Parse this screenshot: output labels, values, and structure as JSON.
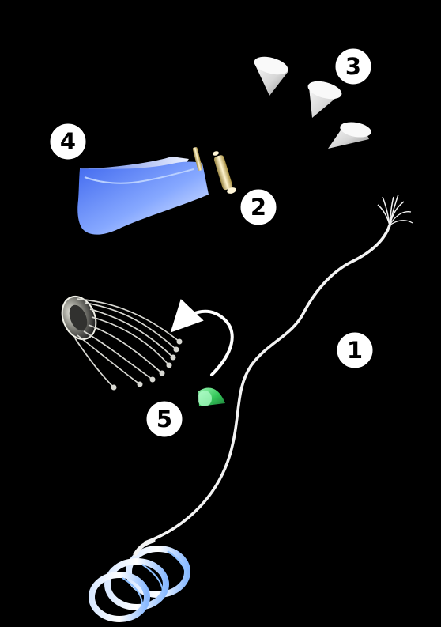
{
  "labels": {
    "item_1": "1",
    "item_2": "2",
    "item_3": "3",
    "item_4": "4",
    "item_5": "5"
  },
  "colors": {
    "background": "#000000",
    "label_fill": "#ffffff",
    "label_text": "#000000",
    "tail": "#f2f2f2",
    "cones": "#d9d9d9",
    "band_light": "#dfe9ff",
    "band_dark": "#3f67ee",
    "rods": "#e8d9a5",
    "green_cone": "#35c85a",
    "arrow": "#ffffff"
  },
  "icons": {
    "coil": "spring-coil-icon",
    "cone": "cone-icon",
    "band": "curved-band-icon",
    "rod": "rod-icon",
    "bundle": "filament-bundle-icon",
    "arrow": "curved-arrow-icon"
  }
}
